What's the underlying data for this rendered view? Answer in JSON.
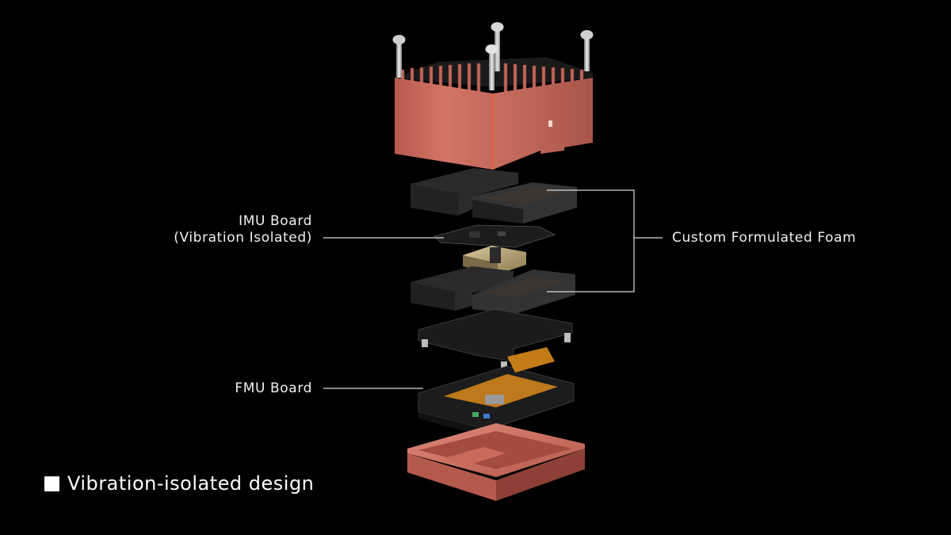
{
  "callouts": {
    "imu_line1": "IMU Board",
    "imu_line2": "(Vibration Isolated)",
    "foam": "Custom Formulated Foam",
    "fmu": "FMU Board"
  },
  "footer": {
    "title": "Vibration-isolated design"
  },
  "colors": {
    "background": "#000000",
    "case": "#c8685a",
    "foam": "#2a2a2a",
    "imu_mass": "#b9a77a",
    "flex_cable": "#d98a1c",
    "leader_line": "#d9d9d9"
  }
}
